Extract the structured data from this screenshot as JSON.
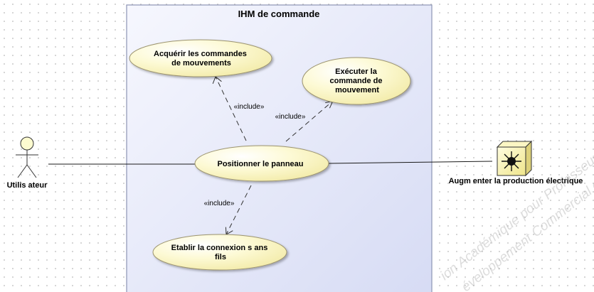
{
  "system_boundary": {
    "title": "IHM de commande"
  },
  "actors": {
    "left": {
      "label": "Utilis ateur"
    },
    "right": {
      "label": "Augm enter la production électrique",
      "icon": "sun-block-icon"
    }
  },
  "use_cases": {
    "acquerir": {
      "lines": [
        "Acquérir les commandes",
        "de mouvements"
      ]
    },
    "executer": {
      "lines": [
        "Exécuter la",
        "commande de",
        "mouvement"
      ]
    },
    "positionner": {
      "lines": [
        "Positionner le panneau"
      ]
    },
    "etablir": {
      "lines": [
        "Etablir la connexion s ans",
        "fils"
      ]
    }
  },
  "relations": {
    "include_acquerir": {
      "label": "«include»"
    },
    "include_executer": {
      "label": "«include»"
    },
    "include_etablir": {
      "label": "«include»"
    }
  },
  "watermark": {
    "lines": [
      "ion Académique pour Professeurs",
      "éveloppement Commercial et"
    ]
  },
  "colors": {
    "usecase_fill": "#fcf9c8",
    "usecase_stroke": "#9c9470",
    "boundary_stroke": "#8c94b4",
    "actor_fill": "#fdfbd0",
    "block_fill": "#f5ef9c"
  }
}
